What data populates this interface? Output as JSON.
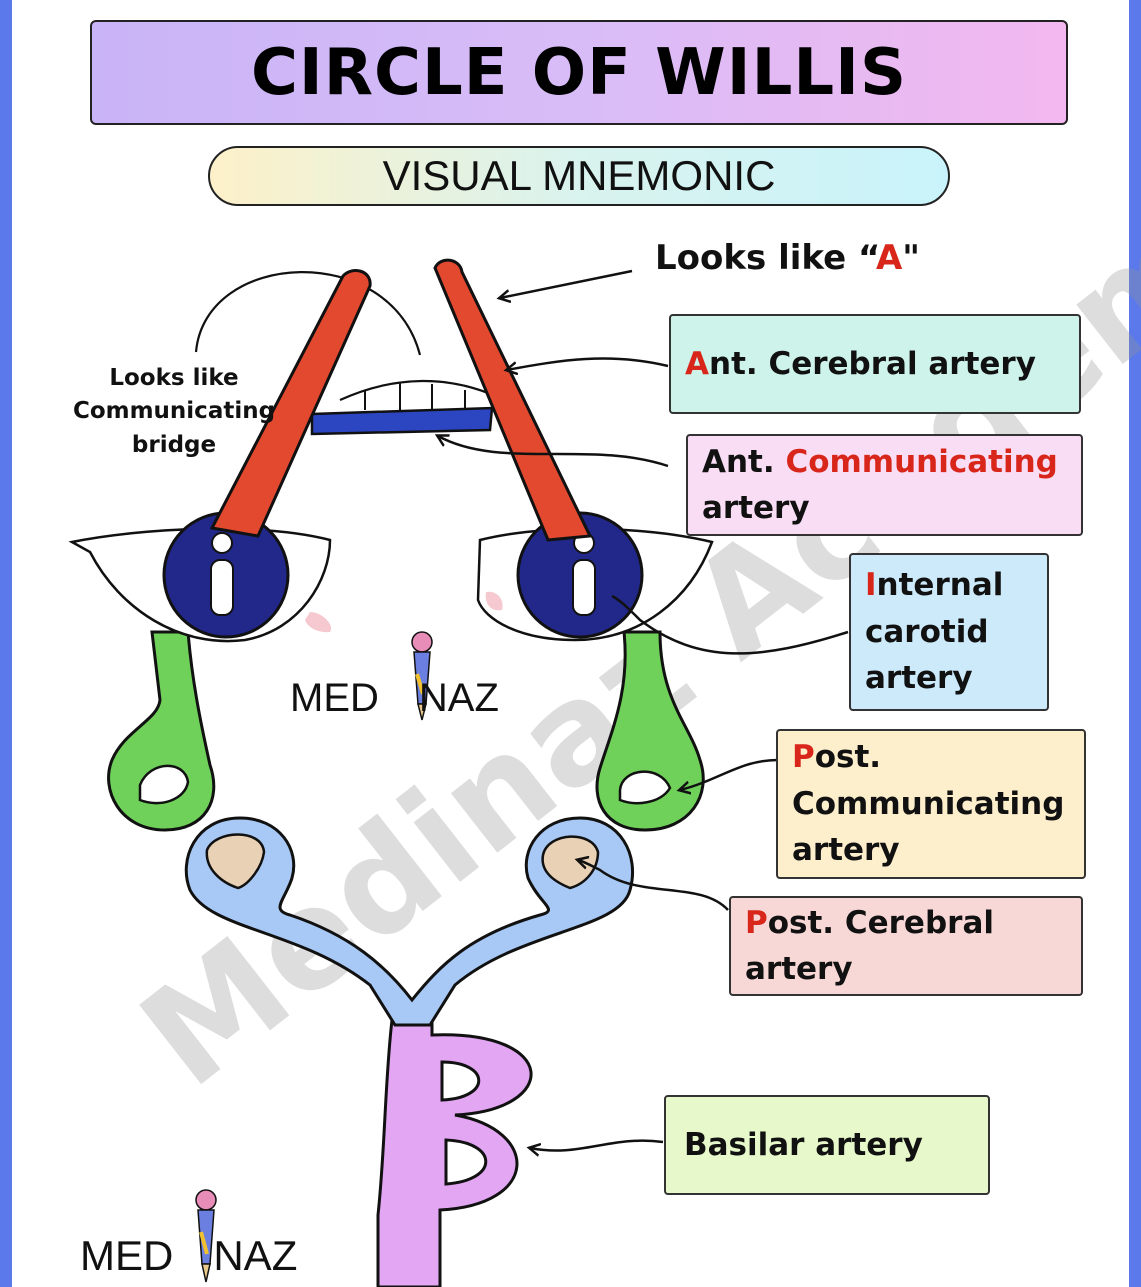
{
  "title": "CIRCLE OF WILLIS",
  "subtitle": "VISUAL MNEMONIC",
  "annotations": {
    "looks_like_a_prefix": "Looks like  “",
    "looks_like_a_letter": "A",
    "looks_like_a_suffix": "\"",
    "bridge_line1": "Looks like",
    "bridge_line2": "Communicating",
    "bridge_line3": "bridge"
  },
  "labels": {
    "aca": {
      "first": "A",
      "rest": "nt. Cerebral artery"
    },
    "acom": {
      "line1_prefix": "Ant. ",
      "line1_red": "Communicating",
      "line2": "artery"
    },
    "ica": {
      "first": "I",
      "line1_rest": "nternal",
      "line2": "carotid",
      "line3": "artery"
    },
    "pcom": {
      "first": "P",
      "line1_rest": "ost.",
      "line2": "Communicating",
      "line3": "artery"
    },
    "pca": {
      "first": "P",
      "line1_rest": "ost. Cerebral",
      "line2": "artery"
    },
    "basilar": "Basilar artery"
  },
  "brand": {
    "left": "MED",
    "right": "NAZ"
  },
  "watermark": "Medinaz Academy",
  "colors": {
    "ant_cerebral": "#e2492f",
    "ant_communicating": "#2b46c0",
    "internal_carotid": "#22288a",
    "post_communicating": "#6fd15a",
    "post_cerebral": "#a8c9f5",
    "basilar": "#e2a6f2",
    "label_red": "#d8261a"
  }
}
